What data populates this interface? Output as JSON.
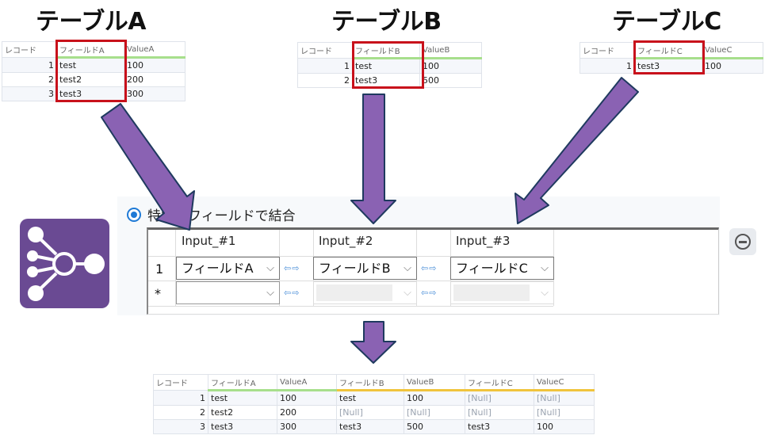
{
  "titles": {
    "table_a": "テーブルA",
    "table_b": "テーブルB",
    "table_c": "テーブルC"
  },
  "table_a": {
    "columns": [
      "レコード",
      "フィールドA",
      "ValueA"
    ],
    "rows": [
      [
        "1",
        "test",
        "100"
      ],
      [
        "2",
        "test2",
        "200"
      ],
      [
        "3",
        "test3",
        "300"
      ]
    ]
  },
  "table_b": {
    "columns": [
      "レコード",
      "フィールドB",
      "ValueB"
    ],
    "rows": [
      [
        "1",
        "test",
        "100"
      ],
      [
        "2",
        "test3",
        "500"
      ]
    ]
  },
  "table_c": {
    "columns": [
      "レコード",
      "フィールドC",
      "ValueC"
    ],
    "rows": [
      [
        "1",
        "test3",
        "100"
      ]
    ]
  },
  "join_config": {
    "mode_label": "特定のフィールドで結合",
    "mode_selected": true,
    "inputs": [
      "Input_#1",
      "Input_#2",
      "Input_#3"
    ],
    "row_labels": [
      "1",
      "*"
    ],
    "row1_fields": [
      "フィールドA",
      "フィールドB",
      "フィールドC"
    ],
    "arrow_glyph": "⇦⇨",
    "chevron": "⌵"
  },
  "result_table": {
    "columns": [
      "レコード",
      "フィールドA",
      "ValueA",
      "フィールドB",
      "ValueB",
      "フィールドC",
      "ValueC"
    ],
    "rows": [
      [
        "1",
        "test",
        "100",
        "test",
        "100",
        "[Null]",
        "[Null]"
      ],
      [
        "2",
        "test2",
        "200",
        "[Null]",
        "[Null]",
        "[Null]",
        "[Null]"
      ],
      [
        "3",
        "test3",
        "300",
        "test3",
        "500",
        "test3",
        "100"
      ]
    ]
  },
  "colors": {
    "arrow_fill": "#8a62b3",
    "arrow_stroke": "#1f3a5f",
    "logo": "#6a4a93",
    "highlight_box": "#c8111b",
    "radio": "#1f7ad6"
  }
}
